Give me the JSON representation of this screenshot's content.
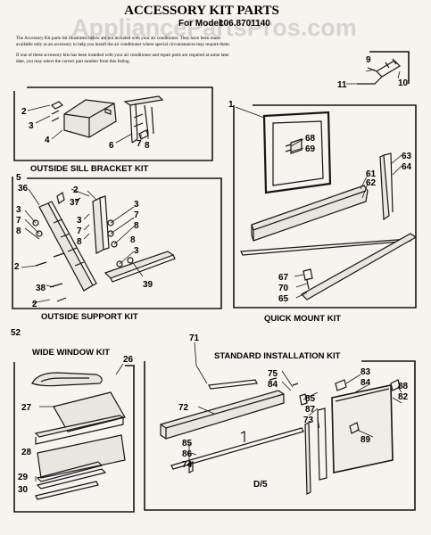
{
  "header": {
    "title": "ACCESSORY KIT PARTS",
    "model_prefix": "For Model:",
    "model_number": "106.8701140",
    "watermark": "AppliancePartsPros.com"
  },
  "intro": {
    "line1": "The Accessory Kit parts list illustrated below are not included with your air conditioner. They have been made",
    "line2": "available only as an accessory to help you install the air conditioner where special circumstances may require them.",
    "line3": "If one of these accessory kits has been installed with your air conditioner and repair parts are required at some later",
    "line4": "date, you may select the correct part number from this listing."
  },
  "kits": {
    "outside_sill": "OUTSIDE SILL BRACKET KIT",
    "outside_support": "OUTSIDE SUPPORT KIT",
    "quick_mount": "QUICK MOUNT KIT",
    "wide_window": "WIDE WINDOW KIT",
    "standard": "STANDARD INSTALLATION KIT"
  },
  "callouts": {
    "sill": [
      "2",
      "3",
      "4",
      "5",
      "6",
      "7",
      "8"
    ],
    "support": [
      "36",
      "3",
      "7",
      "8",
      "2",
      "37",
      "3",
      "7",
      "8",
      "2",
      "38",
      "2",
      "39",
      "52"
    ],
    "support_center": [
      "3",
      "7",
      "8",
      "3",
      "8"
    ],
    "quick": [
      "1",
      "68",
      "69",
      "63",
      "64",
      "61",
      "62",
      "67",
      "70",
      "65"
    ],
    "corner": [
      "9",
      "10",
      "11"
    ],
    "wide": [
      "26",
      "27",
      "28",
      "29",
      "30"
    ],
    "standard": [
      "71",
      "75",
      "84",
      "83",
      "84",
      "72",
      "85",
      "87",
      "73",
      "88",
      "82",
      "89",
      "85",
      "86",
      "74"
    ]
  },
  "footnote": "D/5",
  "icons": {
    "leaders": "callout-leader-lines",
    "frame": "kit-frame-bracket"
  }
}
